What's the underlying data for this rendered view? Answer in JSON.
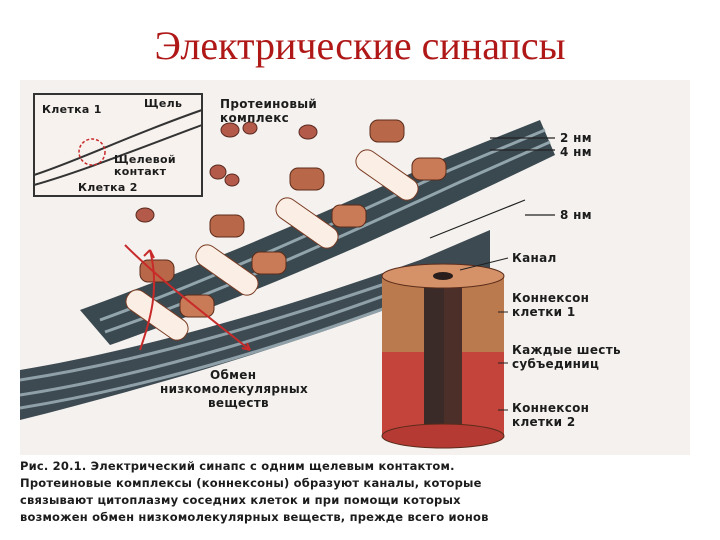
{
  "slide": {
    "title": "Электрические синапсы"
  },
  "inset": {
    "cell1": "Клетка 1",
    "gap": "Щель",
    "gap_contact_line1": "Щелевой",
    "gap_contact_line2": "контакт",
    "cell2": "Клетка 2"
  },
  "labels": {
    "protein_complex_line1": "Протеиновый",
    "protein_complex_line2": "комплекс",
    "nm2": "2 нм",
    "nm4": "4 нм",
    "nm8": "8 нм",
    "channel": "Канал",
    "connexon1_line1": "Коннексон",
    "connexon1_line2": "клетки 1",
    "subunits_line1": "Каждые шесть",
    "subunits_line2": "субъединиц",
    "connexon2_line1": "Коннексон",
    "connexon2_line2": "клетки 2",
    "exchange_line1": "Обмен",
    "exchange_line2": "низкомолекулярных",
    "exchange_line3": "веществ"
  },
  "caption": {
    "line1": "Рис. 20.1. Электрический синапс с одним щелевым контактом.",
    "line2": "Протеиновые комплексы (коннексоны) образуют каналы, которые",
    "line3": "связывают цитоплазму соседних клеток и при помощи которых",
    "line4": "возможен обмен низкомолекулярных веществ, прежде всего ионов"
  }
}
